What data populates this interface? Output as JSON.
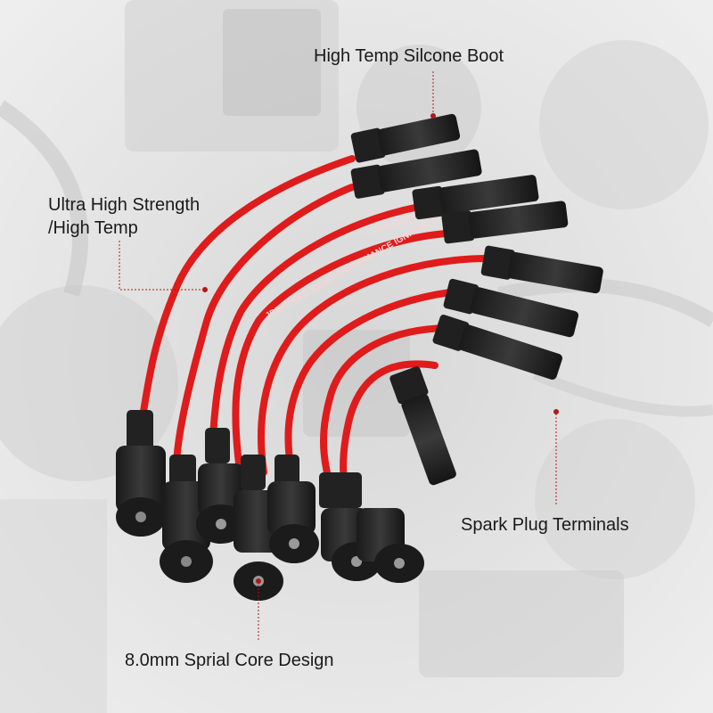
{
  "callouts": {
    "boot": "High Temp Silcone Boot",
    "strength_line1": "Ultra High Strength",
    "strength_line2": "/High Temp",
    "terminals": "Spark Plug Terminals",
    "core": "8.0mm Sprial Core Design"
  },
  "cable_print": {
    "brand": "JDMSPEED",
    "text": "HIGH PERFORMANCE IGNITION CABLE"
  },
  "colors": {
    "wire": "#e01b1b",
    "boot": "#262626",
    "leader": "#b01818",
    "background": "#e9e9e9"
  }
}
